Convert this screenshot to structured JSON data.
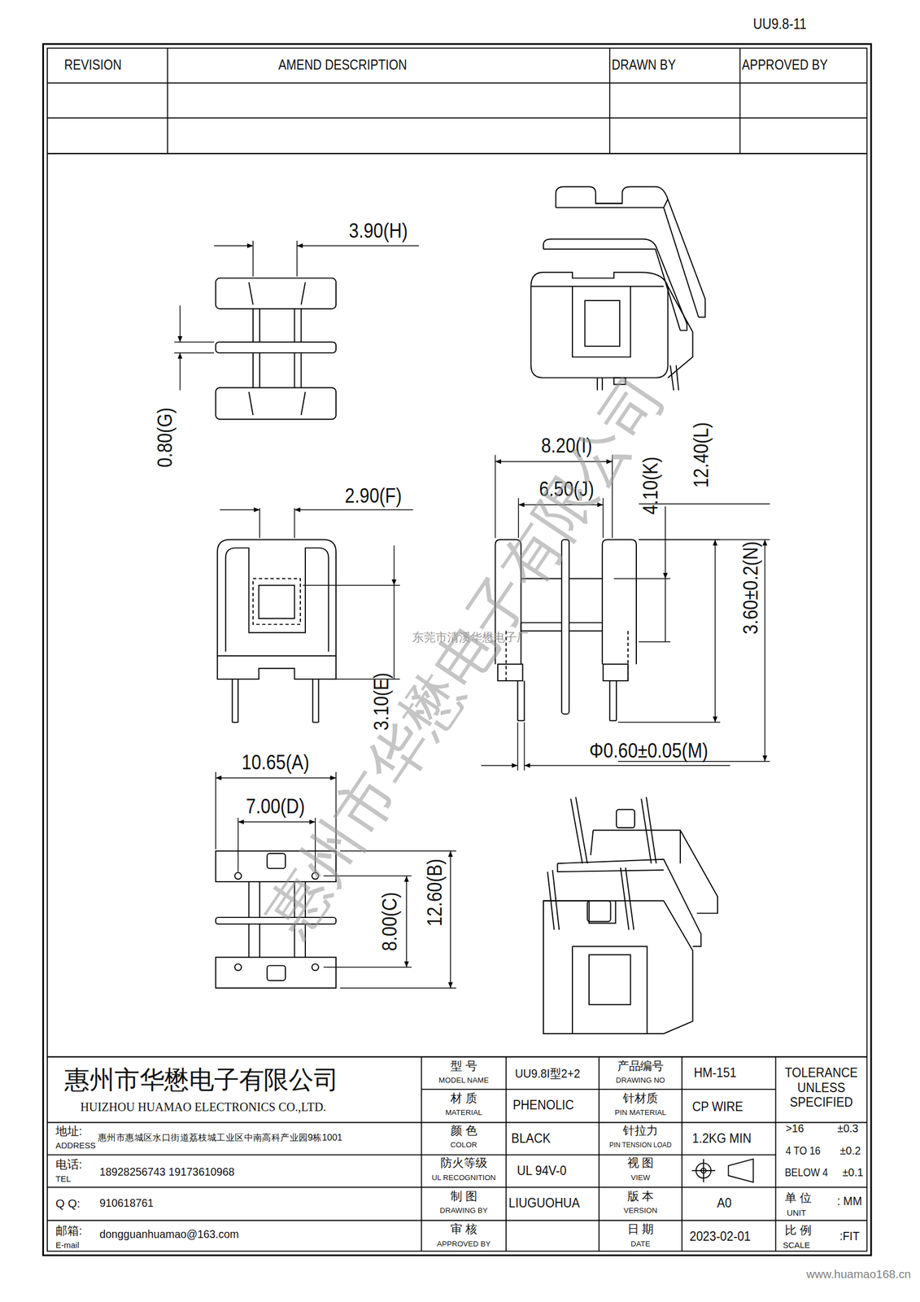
{
  "diagram": {
    "labels": [
      "UU9.8-11",
      "REVISION",
      "AMEND DESCRIPTION",
      "DRAWN BY",
      "APPROVED BY",
      "3.90(H)",
      "0.80(G)",
      "2.90(F)",
      "3.10(E)",
      "10.65(A)",
      "7.00(D)",
      "8.00(C)",
      "12.60(B)",
      "8.20(I)",
      "6.50(J)",
      "4.10(K)",
      "12.40(L)",
      "3.60±0.2(N)",
      "Φ0.60±0.05(M)",
      "惠州市华懋电子有限公司",
      "东莞市清溪华懋电子厂",
      "惠州市华懋电子有限公司",
      "HUIZHOU HUAMAO ELECTRONICS CO.,LTD.",
      "地址:",
      "ADDRESS",
      "惠州市惠城区水口街道荔枝城工业区中南高科产业园9栋1001",
      "电话:",
      "TEL",
      "18928256743  19173610968",
      "Q Q:",
      "910618761",
      "邮箱:",
      "E-mail",
      "dongguanhuamao@163.com",
      "型 号",
      "MODEL NAME",
      "UU9.8I型2+2",
      "材 质",
      "MATERIAL",
      "PHENOLIC",
      "颜 色",
      "COLOR",
      "BLACK",
      "防火等级",
      "UL RECOGNITION",
      "UL 94V-0",
      "制 图",
      "DRAWING BY",
      "LIUGUOHUA",
      "审 核",
      "APPROVED BY",
      "产品编号",
      "DRAWING NO",
      "HM-151",
      "针材质",
      "PIN MATERIAL",
      "CP WIRE",
      "针拉力",
      "PIN TENSION LOAD",
      "1.2KG MIN",
      "视 图",
      "VIEW",
      "版 本",
      "VERSION",
      "A0",
      "日 期",
      "DATE",
      "2023-02-01",
      "TOLERANCE UNLESS SPECIFIED",
      ">16",
      "±0.3",
      "4 TO 16",
      "±0.2",
      "BELOW 4",
      "±0.1",
      "单 位",
      "UNIT",
      ": MM",
      "比 例",
      "SCALE",
      ":FIT",
      "www.huamao168.cn"
    ]
  }
}
